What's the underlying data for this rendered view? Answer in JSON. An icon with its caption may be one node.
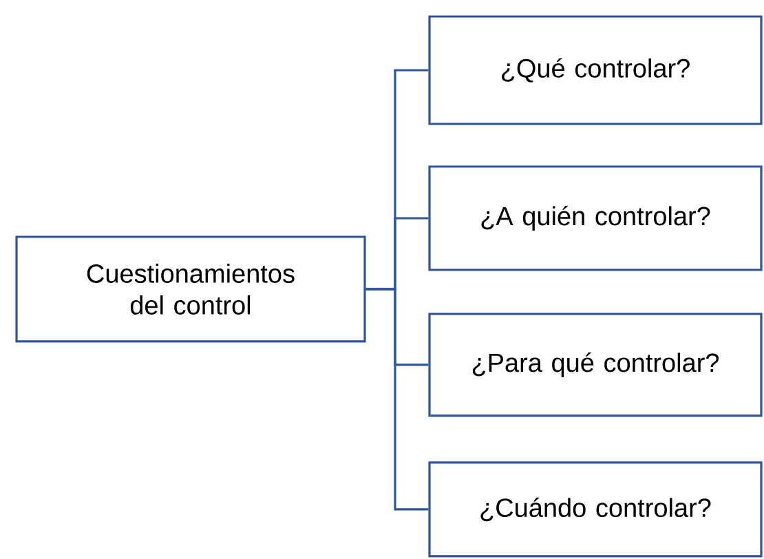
{
  "diagram": {
    "nodes": [
      {
        "text": [
          "Cuestionamientos del control"
        ]
      },
      {
        "text": [
          "¿Qué controlar?"
        ]
      },
      {
        "text": [
          "¿A quién controlar?"
        ]
      },
      {
        "text": [
          "¿Para qué controlar?"
        ]
      },
      {
        "text": [
          "¿Cuándo controlar?"
        ]
      }
    ],
    "edges": [
      {
        "from": 0,
        "to": 1,
        "arrow": "none"
      },
      {
        "from": 0,
        "to": 2,
        "arrow": "none"
      },
      {
        "from": 0,
        "to": 3,
        "arrow": "none"
      },
      {
        "from": 0,
        "to": 4,
        "arrow": "none"
      }
    ]
  }
}
